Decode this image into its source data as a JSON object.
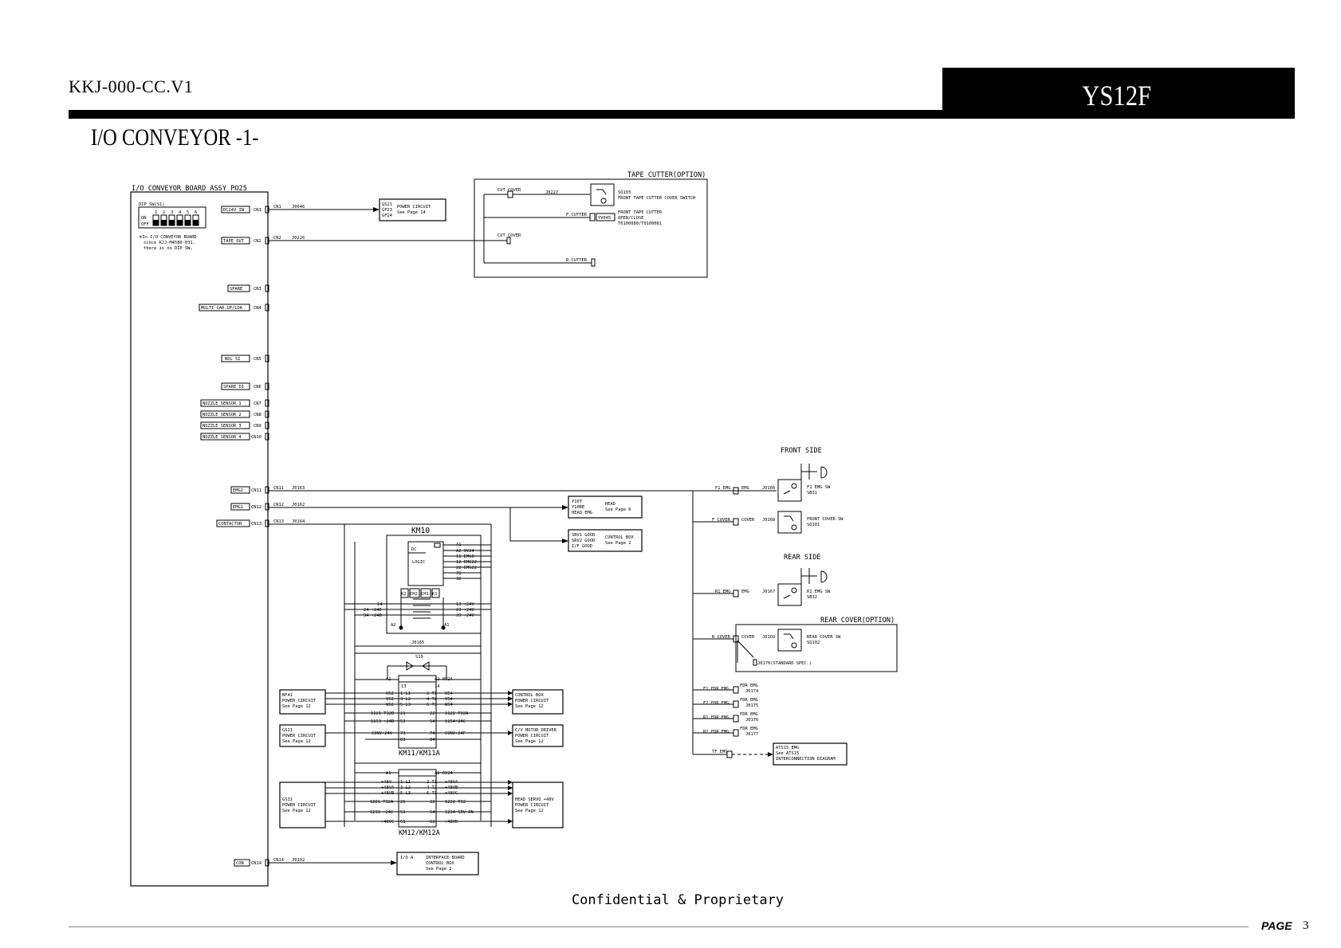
{
  "header": {
    "doc_code": "KKJ-000-CC.V1",
    "model": "YS12F",
    "page_title": "I/O CONVEYOR -1-"
  },
  "footer": {
    "confidential": "Confidential & Proprietary",
    "page_label": "PAGE",
    "page_number": "3"
  },
  "board": {
    "title": "I/O CONVEYOR BOARD ASSY  PO25",
    "dip_title": "DIP SW(S1)",
    "dip_on": "ON",
    "dip_off": "OFF",
    "dip_numbers": [
      "1",
      "2",
      "3",
      "4",
      "5",
      "6"
    ],
    "note": [
      "※In I/O CONVEYOR BOARD",
      "since KJJ-M4580-031,",
      "there is no DIP SW."
    ],
    "signals": [
      {
        "label": "DC24V IN",
        "cn": "CN1"
      },
      {
        "label": "TAPE OUT",
        "cn": "CN2"
      },
      {
        "label": "SPARE",
        "cn": "CN3"
      },
      {
        "label": "MULTI CAR.UP/LOA",
        "cn": "CN4"
      },
      {
        "label": "NOL SI",
        "cn": "CN5"
      },
      {
        "label": "SPARE DI",
        "cn": "CN6"
      },
      {
        "label": "NOZZLE SENSOR 1",
        "cn": "CN7"
      },
      {
        "label": "NOZZLE SENSOR 2",
        "cn": "CN8"
      },
      {
        "label": "NOZZLE SENSOR 3",
        "cn": "CN9"
      },
      {
        "label": "NOZZLE SENSOR 4",
        "cn": "CN10"
      },
      {
        "label": "EMG2",
        "cn": "CN11"
      },
      {
        "label": "EMG1",
        "cn": "CN12"
      },
      {
        "label": "CONTACTOR",
        "cn": "CN13"
      },
      {
        "label": "CON",
        "cn": "CN14"
      }
    ],
    "jacks": {
      "cn1": "CN1",
      "j1": "J0046",
      "cn2": "CN2",
      "j2": "J0226",
      "cn11": "CN11",
      "j11": "J0163",
      "cn12": "CN12",
      "j12": "J0162",
      "cn13": "CN13",
      "j13": "J0164",
      "cn14": "CN14",
      "j14": "J0102"
    }
  },
  "power_ref": {
    "codes": [
      "GS21",
      "GF23",
      "GF24"
    ],
    "title": "POWER CIRCUIT",
    "page": "See Page 14"
  },
  "tape_cutter": {
    "title": "TAPE CUTTER(OPTION)",
    "cut_cover_1": "CUT COVER",
    "j0227": "J0227",
    "sq103_code": "SQ103",
    "sq103_desc": "FRONT TAPE CUTTER COVER SWITCH",
    "f_cutter": "F.CUTTER",
    "yv045": "YV045",
    "fc_desc": [
      "FRONT TAPE CUTTER",
      "OPEN/CLOSE",
      "T0100080/T0100081"
    ],
    "cut_cover_2": "CUT COVER",
    "r_cutter": "R.CUTTER"
  },
  "head_ref": {
    "codes": [
      "Y10T",
      "Y10RE",
      "HEAD EMG"
    ],
    "title": "HEAD",
    "page": "See Page 6"
  },
  "control_ref": {
    "codes": [
      "SRV1 GOOD",
      "SRV2 GOOD",
      "I/F GOOD"
    ],
    "title": "CONTROL BOX",
    "page": "See Page 2"
  },
  "km10": {
    "title": "KM10",
    "dc": "DC",
    "logic": "LOGIC",
    "k2": "K2",
    "ch2": "CH2",
    "ch1": "CH1",
    "k1": "K1",
    "right_pins": [
      "A1",
      "A2  0V24",
      "11  EMG0",
      "12  EMG22",
      "22  EMG22",
      "31",
      "32"
    ],
    "left_pins": [
      "14",
      "24  +24E",
      "34  +24B"
    ],
    "right_lower": [
      "13  +24V",
      "23  +24V",
      "33  +24V"
    ],
    "a2": "A2",
    "a1": "A1",
    "j0165": "J0165",
    "s10": "S10"
  },
  "km11": {
    "title": "KM11/KM11A",
    "a1": "A1",
    "a2": "A2  0V24",
    "left_pins": [
      "U52",
      "V52",
      "W52",
      "1121 T32B",
      "1153 +24B",
      "CONV+24V"
    ],
    "mid_left": [
      "1 L1",
      "3 L2",
      "5 L3",
      "21",
      "53",
      "73",
      "83"
    ],
    "mid_right": [
      "2 T1",
      "4 T2",
      "6 T3",
      "22",
      "54",
      "74",
      "84"
    ],
    "right_pins": [
      "U54",
      "V54",
      "W54",
      "1122 T32A",
      "1154+24C",
      "CONV+24F"
    ],
    "l13": "13",
    "l14": "14"
  },
  "km12": {
    "title": "KM12/KM12A",
    "a1": "A1",
    "a2": "A2  0V24",
    "left_pins": [
      "+48V",
      "+48VA",
      "+48VB",
      "1221 T32A",
      "1233 +24C",
      "+48VC"
    ],
    "right_pins": [
      "+48VA",
      "+48VB",
      "+48VC",
      "1222 T32",
      "1234 SRV ON",
      "+48VD"
    ],
    "mid_left": [
      "1 L1",
      "3 L2",
      "5 L3",
      "21",
      "53",
      "61"
    ],
    "mid_right": [
      "2 T1",
      "4 T2",
      "6 T3",
      "22",
      "54",
      "62"
    ]
  },
  "left_refs": [
    {
      "code": "NF41",
      "title": "POWER CIRCUIT",
      "page": "See Page 12"
    },
    {
      "code": "GS21",
      "title": "POWER CIRCUIT",
      "page": "See Page 12"
    },
    {
      "code": "GS31",
      "title": "POWER CIRCUIT",
      "page": "See Page 12"
    }
  ],
  "right_refs": [
    {
      "title": "CONTROL BOX",
      "sub": "POWER CIRCUIT",
      "page": "See Page 12"
    },
    {
      "title": "C/V MOTOR DRIVER",
      "sub": "POWER CIRCUIT",
      "page": "See Page 12"
    },
    {
      "title": "HEAD SERVO +48V",
      "sub": "POWER CIRCUIT",
      "page": "See Page 12"
    }
  ],
  "interface_ref": {
    "code": "I/O A",
    "title": "INTERFACE BOARD",
    "sub": "CONTROL BOX",
    "page": "See Page 2"
  },
  "front_side": {
    "title": "FRONT SIDE",
    "f1_left": "F1 EMG",
    "f1_mid": "EMG",
    "f1_j": "J0166",
    "f1_code": "F1 EMG SW",
    "f1_sb": "SB31",
    "fc_left": "F COVER",
    "fc_mid": "COVER",
    "fc_j": "J0168",
    "fc_code": "FRONT COVER SW",
    "fc_sq": "SQ101"
  },
  "rear_side": {
    "title": "REAR SIDE",
    "r1_left": "R1 EMG",
    "r1_mid": "EMG",
    "r1_j": "J0167",
    "r1_code": "R1 EMG SW",
    "r1_sb": "SB32",
    "cover_title": "REAR COVER(OPTION)",
    "rc_left": "R COVER",
    "rc_mid": "COVER",
    "rc_j": "J0169",
    "rc_code": "REAR COVER SW",
    "rc_sq": "SQ102",
    "std": "J0170(STANDARD SPEC.)"
  },
  "feeder": [
    {
      "left": "F1 FDR EMG",
      "mid": "FDR EMG",
      "j": "J0174"
    },
    {
      "left": "F2 FDR EMG",
      "mid": "FDR EMG",
      "j": "J0175"
    },
    {
      "left": "R1 FDR EMG",
      "mid": "FDR EMG",
      "j": "J0176"
    },
    {
      "left": "R2 FDR EMG",
      "mid": "FDR EMG",
      "j": "J0177"
    }
  ],
  "ats": {
    "left": "TF EMG",
    "lines": [
      "ATS15 EMG",
      "See ATS15",
      "INTERCONNECTION DIAGRAM"
    ]
  }
}
